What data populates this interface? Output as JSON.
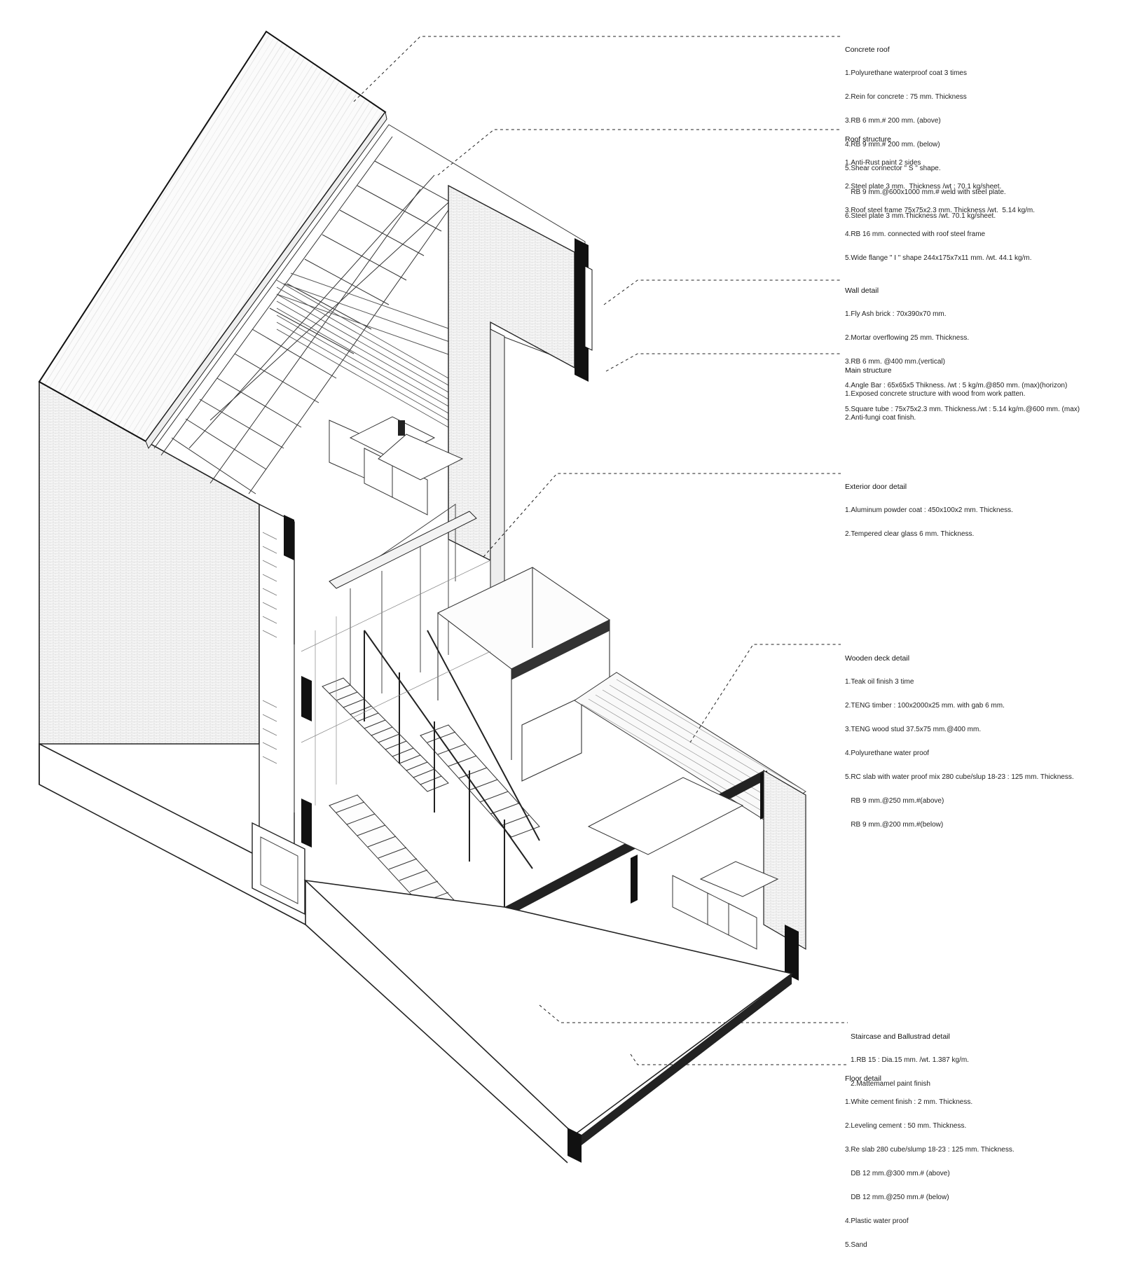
{
  "annotations": [
    {
      "id": "concrete-roof",
      "title": "Concrete roof",
      "lines": [
        "1.Polyurethane waterproof coat 3 times",
        "2.Rein for concrete : 75 mm. Thickness",
        "3.RB 6 mm.# 200 mm. (above)",
        "4.RB 9 mm.# 200 mm. (below)",
        "5.Shear connector \" S \" shape.",
        "   RB 9 mm.@600x1000 mm.# weld with steel plate.",
        "6.Steel plate 3 mm.Thickness /wt. 70.1 kg/sheet."
      ]
    },
    {
      "id": "roof-structure",
      "title": "Roof structure",
      "lines": [
        "1.Anti-Rust paint 2 sides",
        "2.Steel plate 3 mm.  Thickness /wt : 70.1 kg/sheet.",
        "3.Roof steel frame 75x75x2.3 mm. Thickness /wt.  5.14 kg/m.",
        "4.RB 16 mm. connected with roof steel frame",
        "5.Wide flange \" I \" shape 244x175x7x11 mm. /wt. 44.1 kg/m."
      ]
    },
    {
      "id": "wall-detail",
      "title": "Wall detail",
      "lines": [
        "1.Fly Ash brick : 70x390x70 mm.",
        "2.Mortar overflowing 25 mm. Thickness.",
        "3.RB 6 mm. @400 mm.(vertical)",
        "4.Angle Bar : 65x65x5 Thikness. /wt : 5 kg/m.@850 mm. (max)(horizon)",
        "5.Square tube : 75x75x2.3 mm. Thickness./wt : 5.14 kg/m.@600 mm. (max)"
      ]
    },
    {
      "id": "main-structure",
      "title": "Main structure",
      "lines": [
        "1.Exposed concrete structure with wood from work patten.",
        "2.Anti-fungi coat finish."
      ]
    },
    {
      "id": "exterior-door",
      "title": "Exterior door detail",
      "lines": [
        "1.Aluminum powder coat : 450x100x2 mm. Thickness.",
        "2.Tempered clear glass 6 mm. Thickness."
      ]
    },
    {
      "id": "wooden-deck",
      "title": "Wooden deck detail",
      "lines": [
        "1.Teak oil finish 3 time",
        "2.TENG timber : 100x2000x25 mm. with gab 6 mm.",
        "3.TENG wood stud 37.5x75 mm.@400 mm.",
        "4.Polyurethane water proof",
        "5.RC slab with water proof mix 280 cube/slup 18-23 : 125 mm. Thickness.",
        "   RB 9 mm.@250 mm.#(above)",
        "   RB 9 mm.@200 mm.#(below)"
      ]
    },
    {
      "id": "staircase",
      "title": "Staircase and Ballustrad detail",
      "lines": [
        "1.RB 15 : Dia.15 mm. /wt. 1.387 kg/m.",
        "2.Mattemamel paint finish"
      ]
    },
    {
      "id": "floor-detail",
      "title": "Floor detail",
      "lines": [
        "1.White cement finish : 2 mm. Thickness.",
        "2.Leveling cement : 50 mm. Thickness.",
        "3.Re slab 280 cube/slump 18-23 : 125 mm. Thickness.",
        "   DB 12 mm.@300 mm.# (above)",
        "   DB 12 mm.@250 mm.# (below)",
        "4.Plastic water proof",
        "5.Sand"
      ]
    }
  ]
}
